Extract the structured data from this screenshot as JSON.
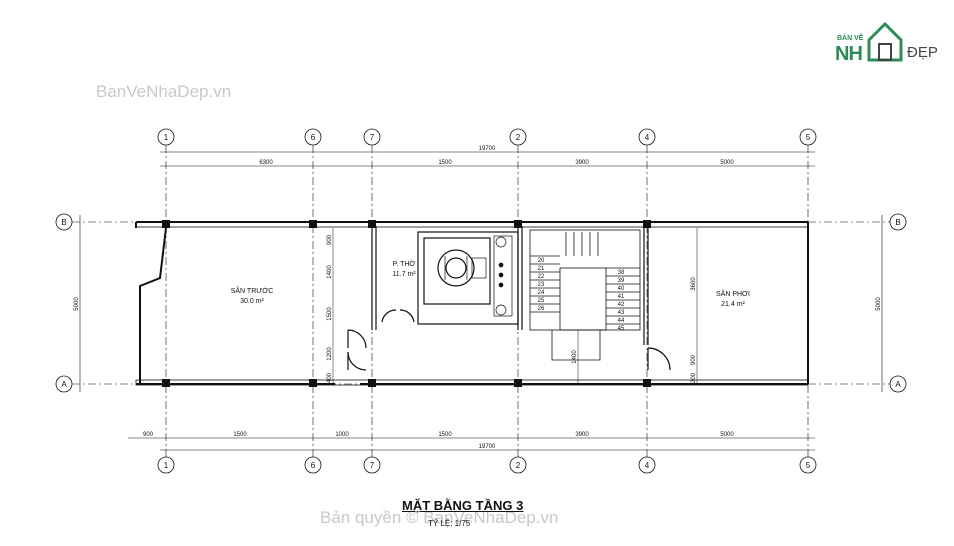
{
  "watermark_top": "BanVeNhaDep.vn",
  "watermark_bottom": "Bản quyền © BanVeNhaDep.vn",
  "logo": {
    "top": "BẢN VẼ",
    "nha": "NH",
    "dep": "ĐẸP"
  },
  "title": "MẶT BẰNG TẦNG 3",
  "scale": "TỶ LỆ: 1/75",
  "grid_cols": [
    "1",
    "6",
    "7",
    "2",
    "4",
    "5"
  ],
  "grid_rows": [
    "B",
    "A"
  ],
  "dims_top": {
    "total": "19700",
    "segments": [
      "6300",
      "1500",
      "3900",
      "5000"
    ]
  },
  "dims_bottom": {
    "total": "19700",
    "segments": [
      "900",
      "1500",
      "1000",
      "1500",
      "3900",
      "5000"
    ]
  },
  "dims_side": {
    "left": "5000",
    "right": "5000"
  },
  "dims_inner": {
    "left_stack": [
      "900",
      "1400",
      "1500",
      "1200",
      "400"
    ],
    "stair_mid": "1400",
    "right_stack": [
      "3600",
      "900",
      "200"
    ]
  },
  "rooms": [
    {
      "name": "SÂN TRƯỚC",
      "area": "30.0 m²"
    },
    {
      "name": "P. THỜ",
      "area": "11.7 m²"
    },
    {
      "name": "SÂN PHƠI",
      "area": "21.4 m²"
    }
  ],
  "stair_steps_left": [
    "20",
    "21",
    "22",
    "23",
    "24",
    "25",
    "26"
  ],
  "stair_steps_right": [
    "38",
    "39",
    "40",
    "41",
    "42",
    "43",
    "44",
    "45"
  ],
  "colors": {
    "line": "#111111",
    "watermark": "#c8c8c8",
    "logo_green": "#2e8b57"
  }
}
